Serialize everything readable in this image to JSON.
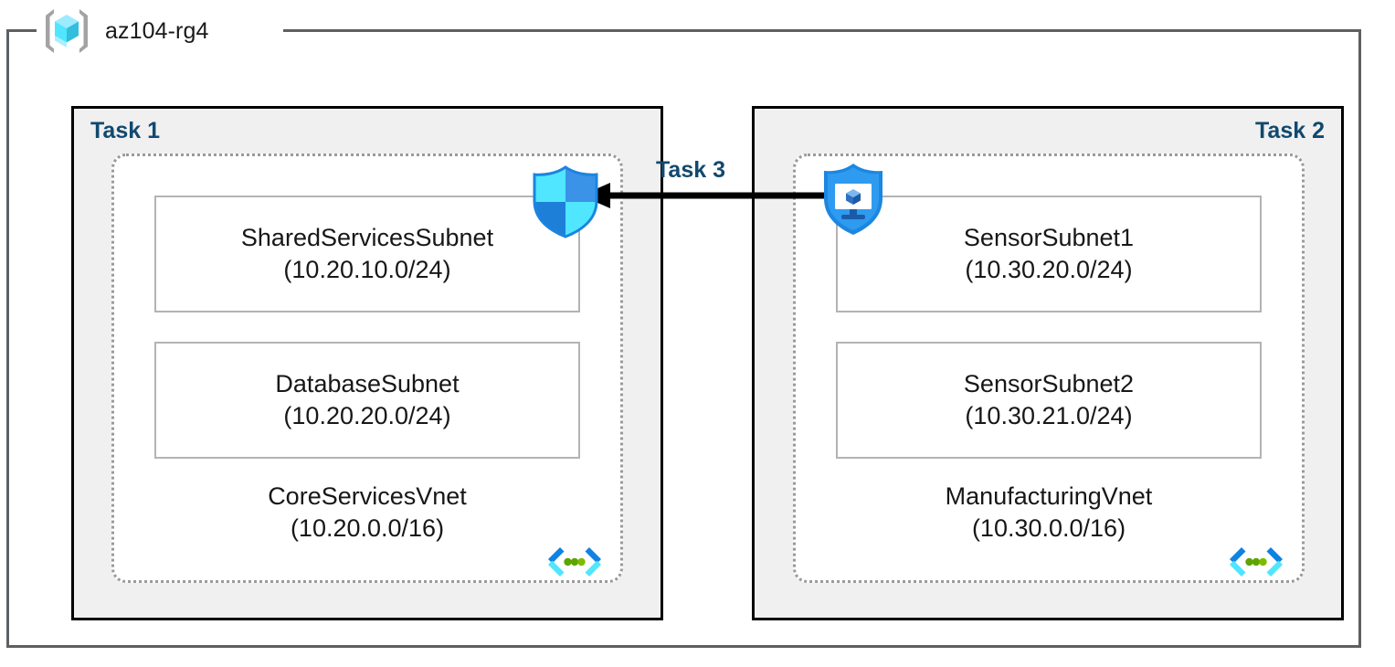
{
  "resource_group": {
    "title": "az104-rg4",
    "icon": "azure-resource-group-cube-icon"
  },
  "colors": {
    "task_label": "#11496f",
    "task_box_fill": "#f0f0f0",
    "task_box_border": "#000000",
    "rg_border": "#5d6063",
    "vnet_border": "#9a9a9a",
    "subnet_border": "#b3b3b3",
    "azure_blue": "#0f82e2",
    "azure_cyan": "#50e6ff",
    "vnet_green": "#5ea400",
    "text": "#171717"
  },
  "tasks": [
    {
      "id": "task1",
      "label": "Task 1",
      "align": "left"
    },
    {
      "id": "task2",
      "label": "Task 2",
      "align": "right"
    }
  ],
  "task3": {
    "label": "Task 3",
    "arrow_direction": "right-to-left",
    "source_icon": "vm-shield-icon",
    "target_icon": "vnet-peering-shield-icon"
  },
  "vnets": [
    {
      "id": "vnet1",
      "name": "CoreServicesVnet",
      "cidr": "(10.20.0.0/16)",
      "corner_icon": "azure-virtual-network-icon",
      "subnets": [
        {
          "name": "SharedServicesSubnet",
          "cidr": "(10.20.10.0/24)"
        },
        {
          "name": "DatabaseSubnet",
          "cidr": "(10.20.20.0/24)"
        }
      ]
    },
    {
      "id": "vnet2",
      "name": "ManufacturingVnet",
      "cidr": "(10.30.0.0/16)",
      "corner_icon": "azure-virtual-network-icon",
      "subnets": [
        {
          "name": "SensorSubnet1",
          "cidr": "(10.30.20.0/24)"
        },
        {
          "name": "SensorSubnet2",
          "cidr": "(10.30.21.0/24)"
        }
      ]
    }
  ]
}
